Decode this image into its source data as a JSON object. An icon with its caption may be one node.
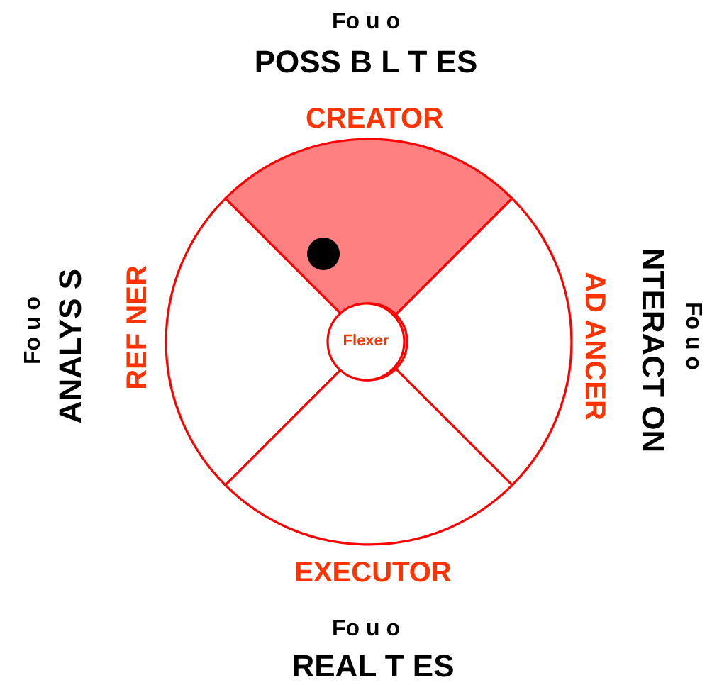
{
  "diagram": {
    "nodes": [
      {
        "text": [
          "CREATOR"
        ]
      },
      {
        "text": [
          "REF NER"
        ]
      },
      {
        "text": [
          "AD ANCER"
        ]
      },
      {
        "text": [
          "EXECUTOR"
        ]
      },
      {
        "text": [
          "Flexer"
        ]
      }
    ],
    "labels": [
      "Fo u o",
      "POSS B L T ES",
      "Fo u o",
      "ANALYS S",
      "Fo u o",
      "NTERACT ON",
      "Fo u o",
      "REAL T ES"
    ]
  }
}
